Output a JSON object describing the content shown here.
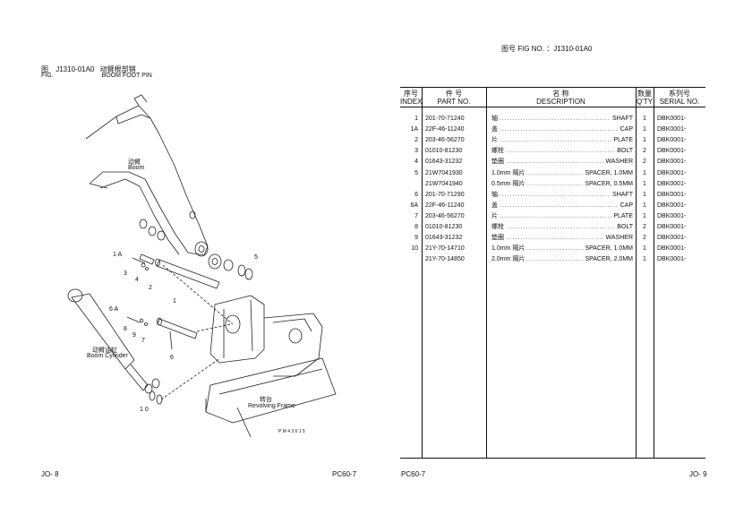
{
  "left_page": {
    "fig_cn": "图",
    "fig_no": "J1310-01A0",
    "title_cn": "动臂根部销",
    "fig_label": "FIG.",
    "title_en": "BOOM FOOT PIN",
    "page_left": "JO- 8",
    "model": "PC60-7"
  },
  "drawing": {
    "callouts": [
      "1 A",
      "3",
      "4",
      "2",
      "1",
      "5",
      "6 A",
      "8",
      "9",
      "7",
      "6",
      "1 0"
    ],
    "labels": {
      "boom_cn": "动臂",
      "boom_en": "Boom",
      "cylinder_cn": "动臂油缸",
      "cylinder_en": "Boom Cylinder",
      "frame_cn": "转台",
      "frame_en": "Revolving Frame",
      "drawing_code": "P M 4 3 6 1 5"
    }
  },
  "right_page": {
    "fig_header": "图号  FIG NO.  ：J1310-01A0",
    "model": "PC60-7",
    "page_right": "JO- 9",
    "columns": {
      "index_cn": "序号",
      "index_en": "INDEX",
      "part_cn": "件       号",
      "part_en": "PART NO.",
      "desc_cn": "名            称",
      "desc_en": "DESCRIPTION",
      "qty_cn": "数量",
      "qty_en": "Q'TY",
      "serial_cn": "系列号",
      "serial_en": "SERIAL NO."
    },
    "rows": [
      {
        "index": "1",
        "part": "201-70-71240",
        "desc_cn": "轴",
        "desc_en": "SHAFT",
        "qty": "1",
        "serial": "DBK0001-"
      },
      {
        "index": "1A",
        "part": "22F-46-11240",
        "desc_cn": "盖",
        "desc_en": "CAP",
        "qty": "1",
        "serial": "DBK0001-"
      },
      {
        "index": "2",
        "part": "203-46-56270",
        "desc_cn": "片",
        "desc_en": "PLATE",
        "qty": "1",
        "serial": "DBK0001-"
      },
      {
        "index": "3",
        "part": "01010-81230",
        "desc_cn": "螺栓",
        "desc_en": "BOLT",
        "qty": "2",
        "serial": "DBK0001-"
      },
      {
        "index": "4",
        "part": "01643-31232",
        "desc_cn": "垫圈",
        "desc_en": "WASHER",
        "qty": "2",
        "serial": "DBK0001-"
      },
      {
        "index": "5",
        "part": "21W7041930",
        "desc_cn": "1.0mm 隔片",
        "desc_en": "SPACER, 1.0MM",
        "qty": "1",
        "serial": "DBK0001-"
      },
      {
        "index": "",
        "part": "21W7041940",
        "desc_cn": "0.5mm 隔片",
        "desc_en": "SPACER, 0.5MM",
        "qty": "1",
        "serial": "DBK0001-"
      },
      {
        "index": "6",
        "part": "201-70-71290",
        "desc_cn": "轴",
        "desc_en": "SHAFT",
        "qty": "1",
        "serial": "DBK0001-"
      },
      {
        "index": "6A",
        "part": "22F-46-11240",
        "desc_cn": "盖",
        "desc_en": "CAP",
        "qty": "1",
        "serial": "DBK0001-"
      },
      {
        "index": "7",
        "part": "203-46-56270",
        "desc_cn": "片",
        "desc_en": "PLATE",
        "qty": "1",
        "serial": "DBK0001-"
      },
      {
        "index": "8",
        "part": "01010-81230",
        "desc_cn": "螺栓",
        "desc_en": "BOLT",
        "qty": "2",
        "serial": "DBK0001-"
      },
      {
        "index": "9",
        "part": "01643-31232",
        "desc_cn": "垫圈",
        "desc_en": "WASHER",
        "qty": "2",
        "serial": "DBK0001-"
      },
      {
        "index": "10",
        "part": "21Y-70-14710",
        "desc_cn": "1.0mm 隔片",
        "desc_en": "SPACER, 1.0MM",
        "qty": "1",
        "serial": "DBK0001-"
      },
      {
        "index": "",
        "part": "21Y-70-14850",
        "desc_cn": "2.0mm 隔片",
        "desc_en": "SPACER, 2.0MM",
        "qty": "1",
        "serial": "DBK0001-"
      }
    ]
  }
}
